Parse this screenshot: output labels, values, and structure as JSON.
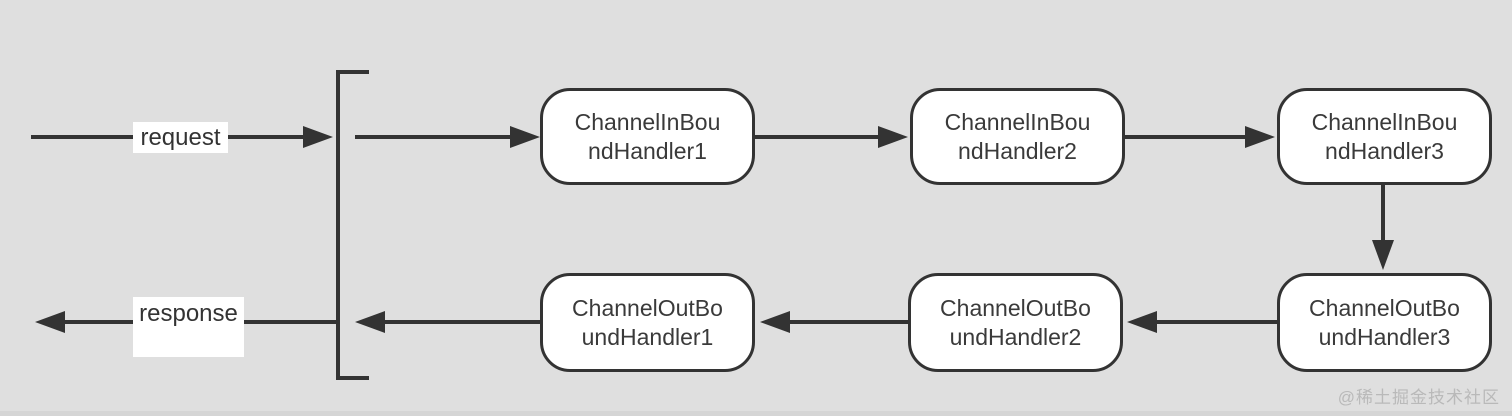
{
  "colors": {
    "background": "#dfdfdf",
    "stroke": "#333333",
    "node_fill": "#ffffff",
    "node_border": "#333333",
    "text": "#3a3a3a",
    "watermark": "#b9b9b9"
  },
  "flow_labels": {
    "request": "request",
    "response": "response"
  },
  "nodes": {
    "inbound": [
      {
        "line1": "ChannelInBou",
        "line2": "ndHandler1"
      },
      {
        "line1": "ChannelInBou",
        "line2": "ndHandler2"
      },
      {
        "line1": "ChannelInBou",
        "line2": "ndHandler3"
      }
    ],
    "outbound": [
      {
        "line1": "ChannelOutBo",
        "line2": "undHandler1"
      },
      {
        "line1": "ChannelOutBo",
        "line2": "undHandler2"
      },
      {
        "line1": "ChannelOutBo",
        "line2": "undHandler3"
      }
    ]
  },
  "watermark": "@稀土掘金技术社区"
}
